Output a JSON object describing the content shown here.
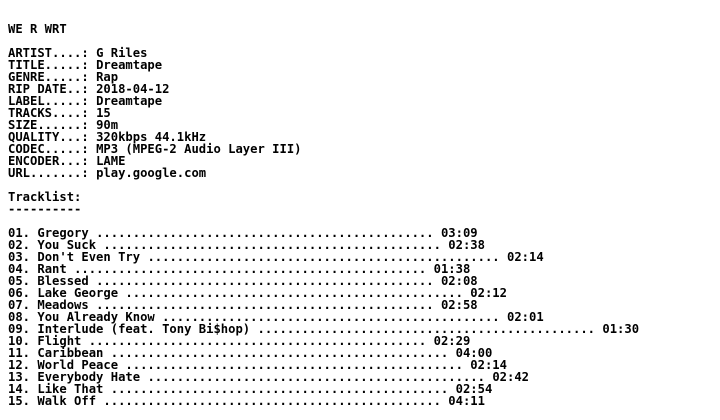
{
  "header": {
    "title": "WE R WRT"
  },
  "info": [
    {
      "key": "ARTIST....",
      "value": "G Riles"
    },
    {
      "key": "TITLE.....",
      "value": "Dreamtape"
    },
    {
      "key": "GENRE.....",
      "value": "Rap"
    },
    {
      "key": "RIP DATE..",
      "value": "2018-04-12"
    },
    {
      "key": "LABEL.....",
      "value": "Dreamtape"
    },
    {
      "key": "TRACKS....",
      "value": "15"
    },
    {
      "key": "SIZE......",
      "value": "90m"
    },
    {
      "key": "QUALITY...",
      "value": "320kbps 44.1kHz"
    },
    {
      "key": "CODEC.....",
      "value": "MP3 (MPEG-2 Audio Layer III)"
    },
    {
      "key": "ENCODER...",
      "value": "LAME"
    },
    {
      "key": "URL.......",
      "value": "play.google.com"
    }
  ],
  "tracklist": {
    "heading": "Tracklist:",
    "underline": "----------",
    "tracks": [
      {
        "num": "01.",
        "title": "Gregory",
        "leader": "..............................................",
        "time": "03:09"
      },
      {
        "num": "02.",
        "title": "You Suck",
        "leader": "..............................................",
        "time": "02:38"
      },
      {
        "num": "03.",
        "title": "Don't Even Try",
        "leader": "................................................",
        "time": "02:14"
      },
      {
        "num": "04.",
        "title": "Rant",
        "leader": "................................................",
        "time": "01:38"
      },
      {
        "num": "05.",
        "title": "Blessed",
        "leader": "..............................................",
        "time": "02:08"
      },
      {
        "num": "06.",
        "title": "Lake George",
        "leader": "..............................................",
        "time": "02:12"
      },
      {
        "num": "07.",
        "title": "Meadows",
        "leader": "..............................................",
        "time": "02:58"
      },
      {
        "num": "08.",
        "title": "You Already Know",
        "leader": "..............................................",
        "time": "02:01"
      },
      {
        "num": "09.",
        "title": "Interlude (feat. Tony Bi$hop)",
        "leader": "..............................................",
        "time": "01:30"
      },
      {
        "num": "10.",
        "title": "Flight",
        "leader": "..............................................",
        "time": "02:29"
      },
      {
        "num": "11.",
        "title": "Caribbean",
        "leader": "..............................................",
        "time": "04:00"
      },
      {
        "num": "12.",
        "title": "World Peace",
        "leader": "..............................................",
        "time": "02:14"
      },
      {
        "num": "13.",
        "title": "Everybody Hate",
        "leader": "..............................................",
        "time": "02:42"
      },
      {
        "num": "14.",
        "title": "Like That",
        "leader": "..............................................",
        "time": "02:54"
      },
      {
        "num": "15.",
        "title": "Walk Off",
        "leader": "..............................................",
        "time": "04:11"
      }
    ]
  }
}
